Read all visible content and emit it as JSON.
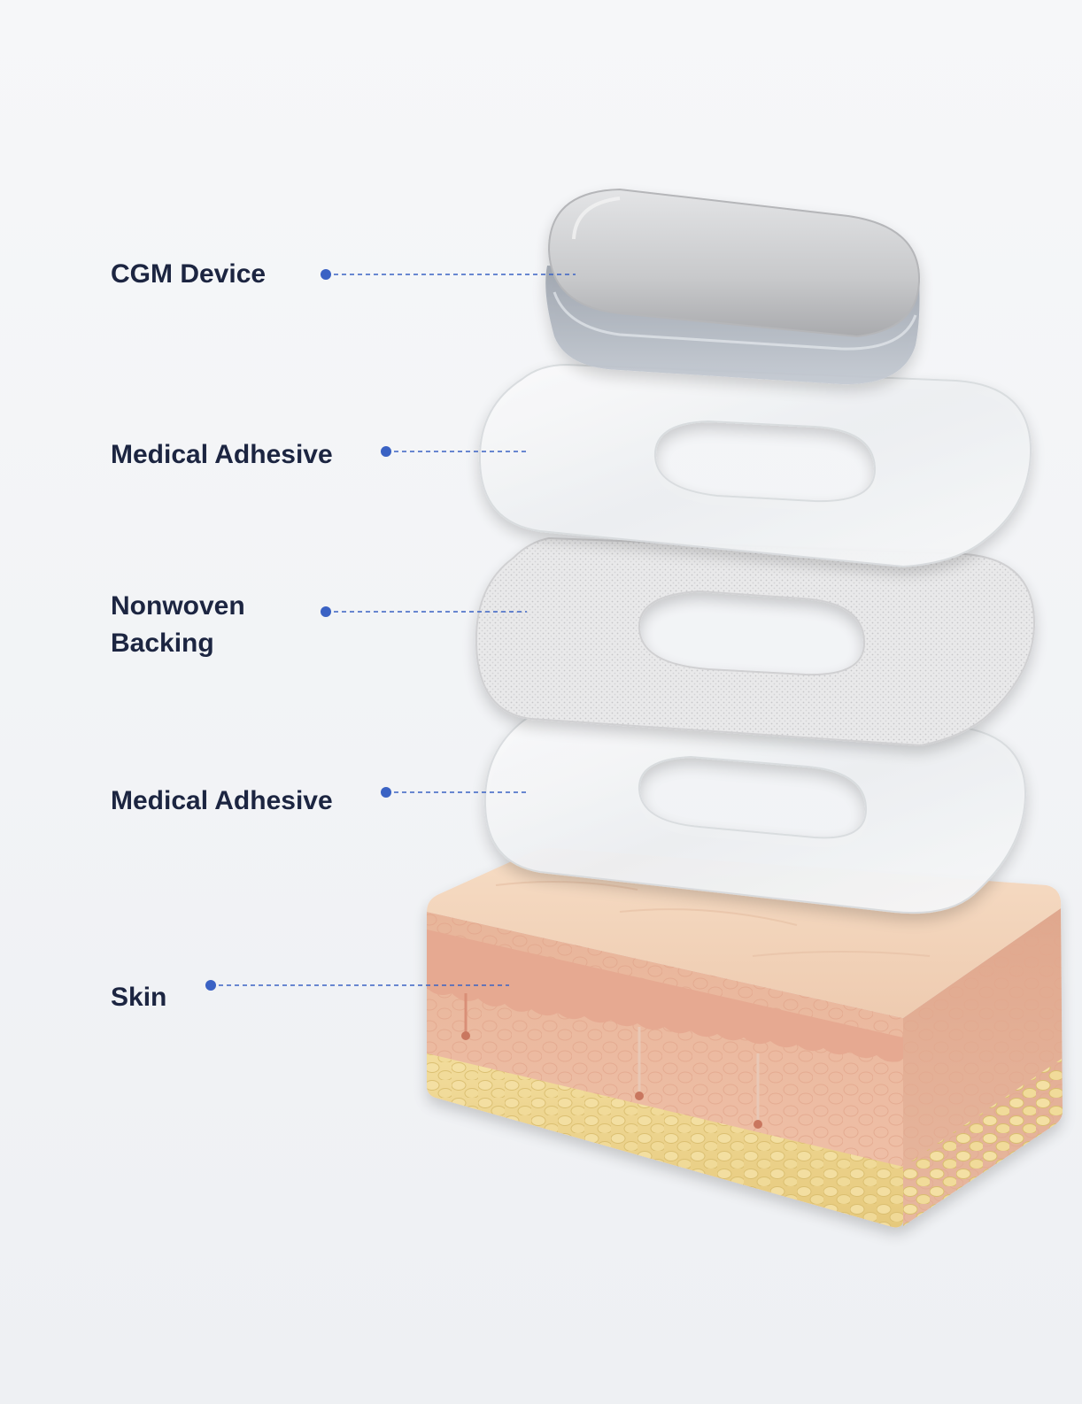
{
  "labels": [
    {
      "text": "CGM Device"
    },
    {
      "line1": "Medical Adhesive"
    },
    {
      "line1": "Nonwoven",
      "line2": "Backing"
    },
    {
      "line1": "Medical Adhesive"
    },
    {
      "text": "Skin"
    }
  ],
  "colors": {
    "background": "#f5f6f8",
    "label_text": "#1c2541",
    "leader_line": "#3a62c4",
    "skin_top": "#f1d2b8",
    "dermis": "#eeb9a0",
    "fat": "#ecd38a",
    "device_shell": "#c9cacc"
  }
}
